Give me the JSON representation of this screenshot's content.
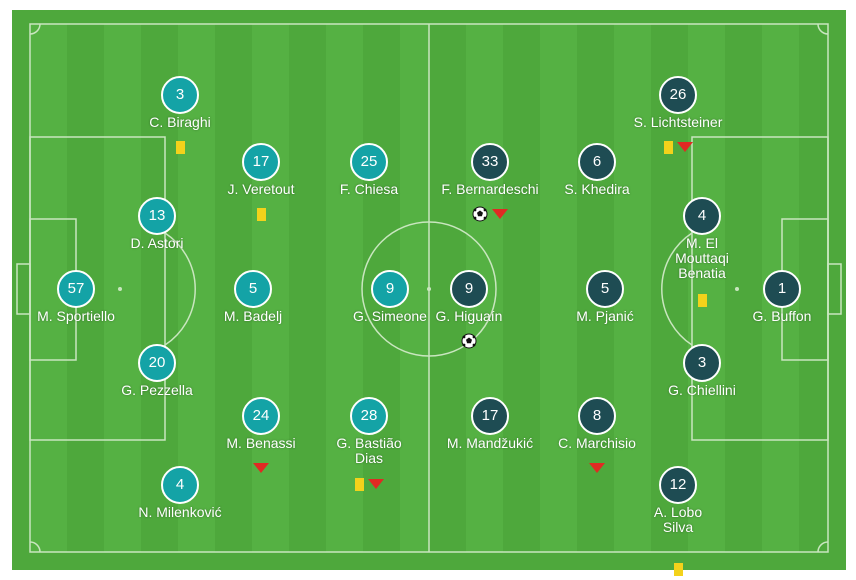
{
  "colors": {
    "home": "#14a3a6",
    "away": "#1e4c53",
    "yellow_card": "#f3d21b",
    "sub_off": "#e02a23"
  },
  "home": {
    "players": [
      {
        "number": "57",
        "name": "M. Sportiello"
      },
      {
        "number": "3",
        "name": "C. Biraghi",
        "events": [
          "yellow-card"
        ]
      },
      {
        "number": "13",
        "name": "D. Astori"
      },
      {
        "number": "20",
        "name": "G. Pezzella"
      },
      {
        "number": "4",
        "name": "N. Milenković"
      },
      {
        "number": "17",
        "name": "J. Veretout",
        "events": [
          "yellow-card"
        ]
      },
      {
        "number": "5",
        "name": "M. Badelj"
      },
      {
        "number": "24",
        "name": "M. Benassi",
        "events": [
          "substituted-off"
        ]
      },
      {
        "number": "25",
        "name": "F. Chiesa"
      },
      {
        "number": "9",
        "name": "G. Simeone"
      },
      {
        "number": "28",
        "name": "G. Bastião Dias",
        "events": [
          "yellow-card",
          "substituted-off"
        ]
      }
    ]
  },
  "away": {
    "players": [
      {
        "number": "1",
        "name": "G. Buffon"
      },
      {
        "number": "26",
        "name": "S. Lichtsteiner",
        "events": [
          "yellow-card",
          "substituted-off"
        ]
      },
      {
        "number": "4",
        "name": "M. El Mouttaqi Benatia",
        "events": [
          "yellow-card"
        ]
      },
      {
        "number": "3",
        "name": "G. Chiellini"
      },
      {
        "number": "12",
        "name": "A. Lobo Silva",
        "events": [
          "yellow-card"
        ]
      },
      {
        "number": "6",
        "name": "S. Khedira"
      },
      {
        "number": "5",
        "name": "M. Pjanić"
      },
      {
        "number": "8",
        "name": "C. Marchisio",
        "events": [
          "substituted-off"
        ]
      },
      {
        "number": "33",
        "name": "F. Bernardeschi",
        "events": [
          "goal",
          "substituted-off"
        ]
      },
      {
        "number": "9",
        "name": "G. Higuaín",
        "events": [
          "goal"
        ]
      },
      {
        "number": "17",
        "name": "M. Mandžukić"
      }
    ]
  }
}
